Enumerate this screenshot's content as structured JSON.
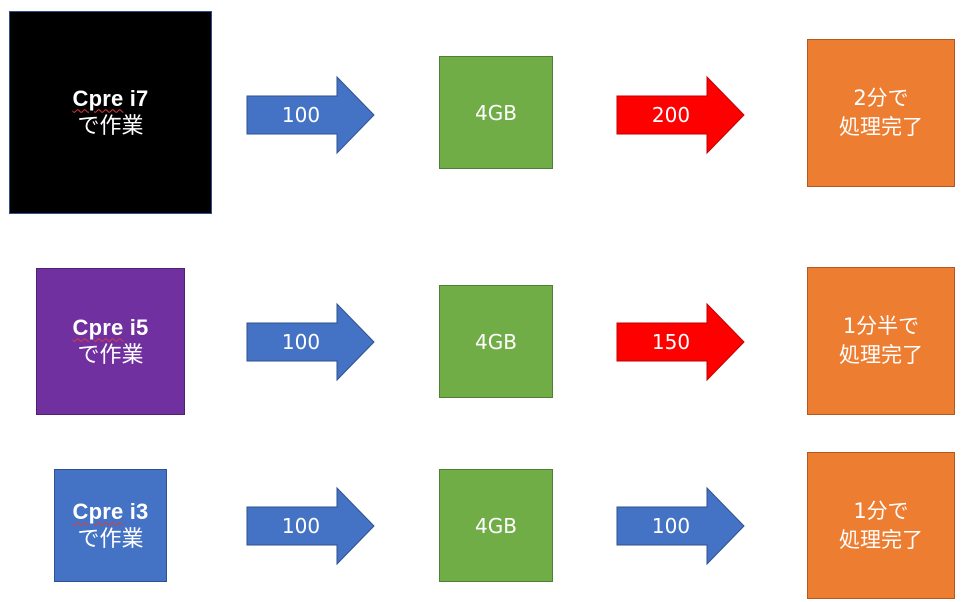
{
  "rows": [
    {
      "cpu": {
        "model": "Cpre",
        "suffix": " i7",
        "task": "で作業",
        "color": "#000000"
      },
      "arrow1": {
        "label": "100",
        "color": "#4472c4"
      },
      "memory": {
        "label": "4GB",
        "color": "#70ad47"
      },
      "arrow2": {
        "label": "200",
        "color": "#ff0000"
      },
      "result": {
        "line1": "2分で",
        "line2": "処理完了",
        "color": "#ed7d31"
      }
    },
    {
      "cpu": {
        "model": "Cpre",
        "suffix": " i5",
        "task": "で作業",
        "color": "#7030a0"
      },
      "arrow1": {
        "label": "100",
        "color": "#4472c4"
      },
      "memory": {
        "label": "4GB",
        "color": "#70ad47"
      },
      "arrow2": {
        "label": "150",
        "color": "#ff0000"
      },
      "result": {
        "line1": "1分半で",
        "line2": "処理完了",
        "color": "#ed7d31"
      }
    },
    {
      "cpu": {
        "model": "Cpre",
        "suffix": " i3",
        "task": "で作業",
        "color": "#4472c4"
      },
      "arrow1": {
        "label": "100",
        "color": "#4472c4"
      },
      "memory": {
        "label": "4GB",
        "color": "#70ad47"
      },
      "arrow2": {
        "label": "100",
        "color": "#4472c4"
      },
      "result": {
        "line1": "1分で",
        "line2": "処理完了",
        "color": "#ed7d31"
      }
    }
  ]
}
